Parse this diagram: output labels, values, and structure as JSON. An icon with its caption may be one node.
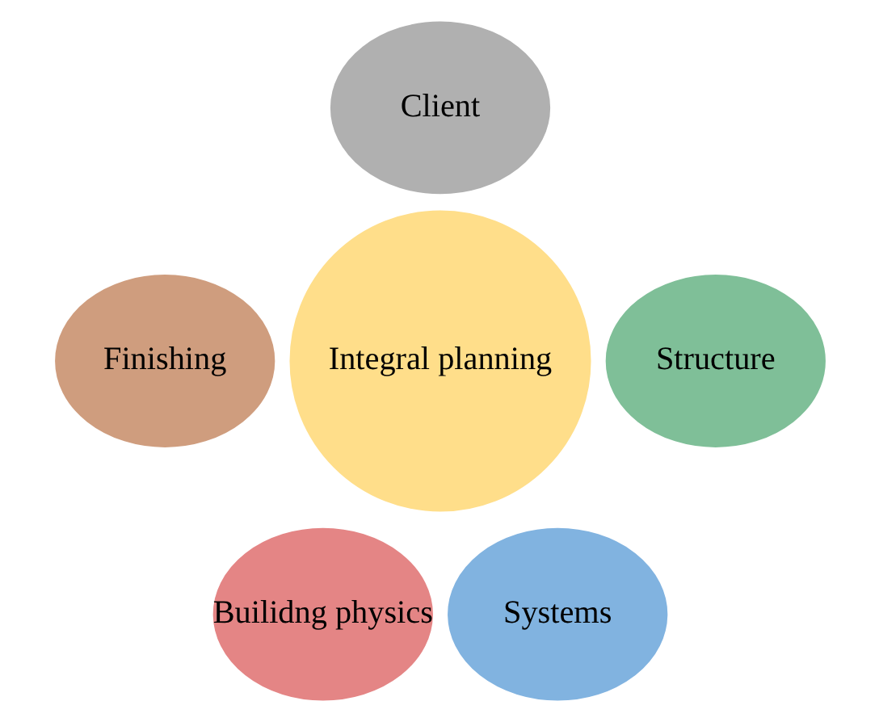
{
  "diagram": {
    "nodes": [
      {
        "text": [
          "Client"
        ]
      },
      {
        "text": [
          "Finishing"
        ]
      },
      {
        "text": [
          "Integral planning"
        ]
      },
      {
        "text": [
          "Structure"
        ]
      },
      {
        "text": [
          "Builidng physics"
        ]
      },
      {
        "text": [
          "Systems"
        ]
      }
    ]
  }
}
